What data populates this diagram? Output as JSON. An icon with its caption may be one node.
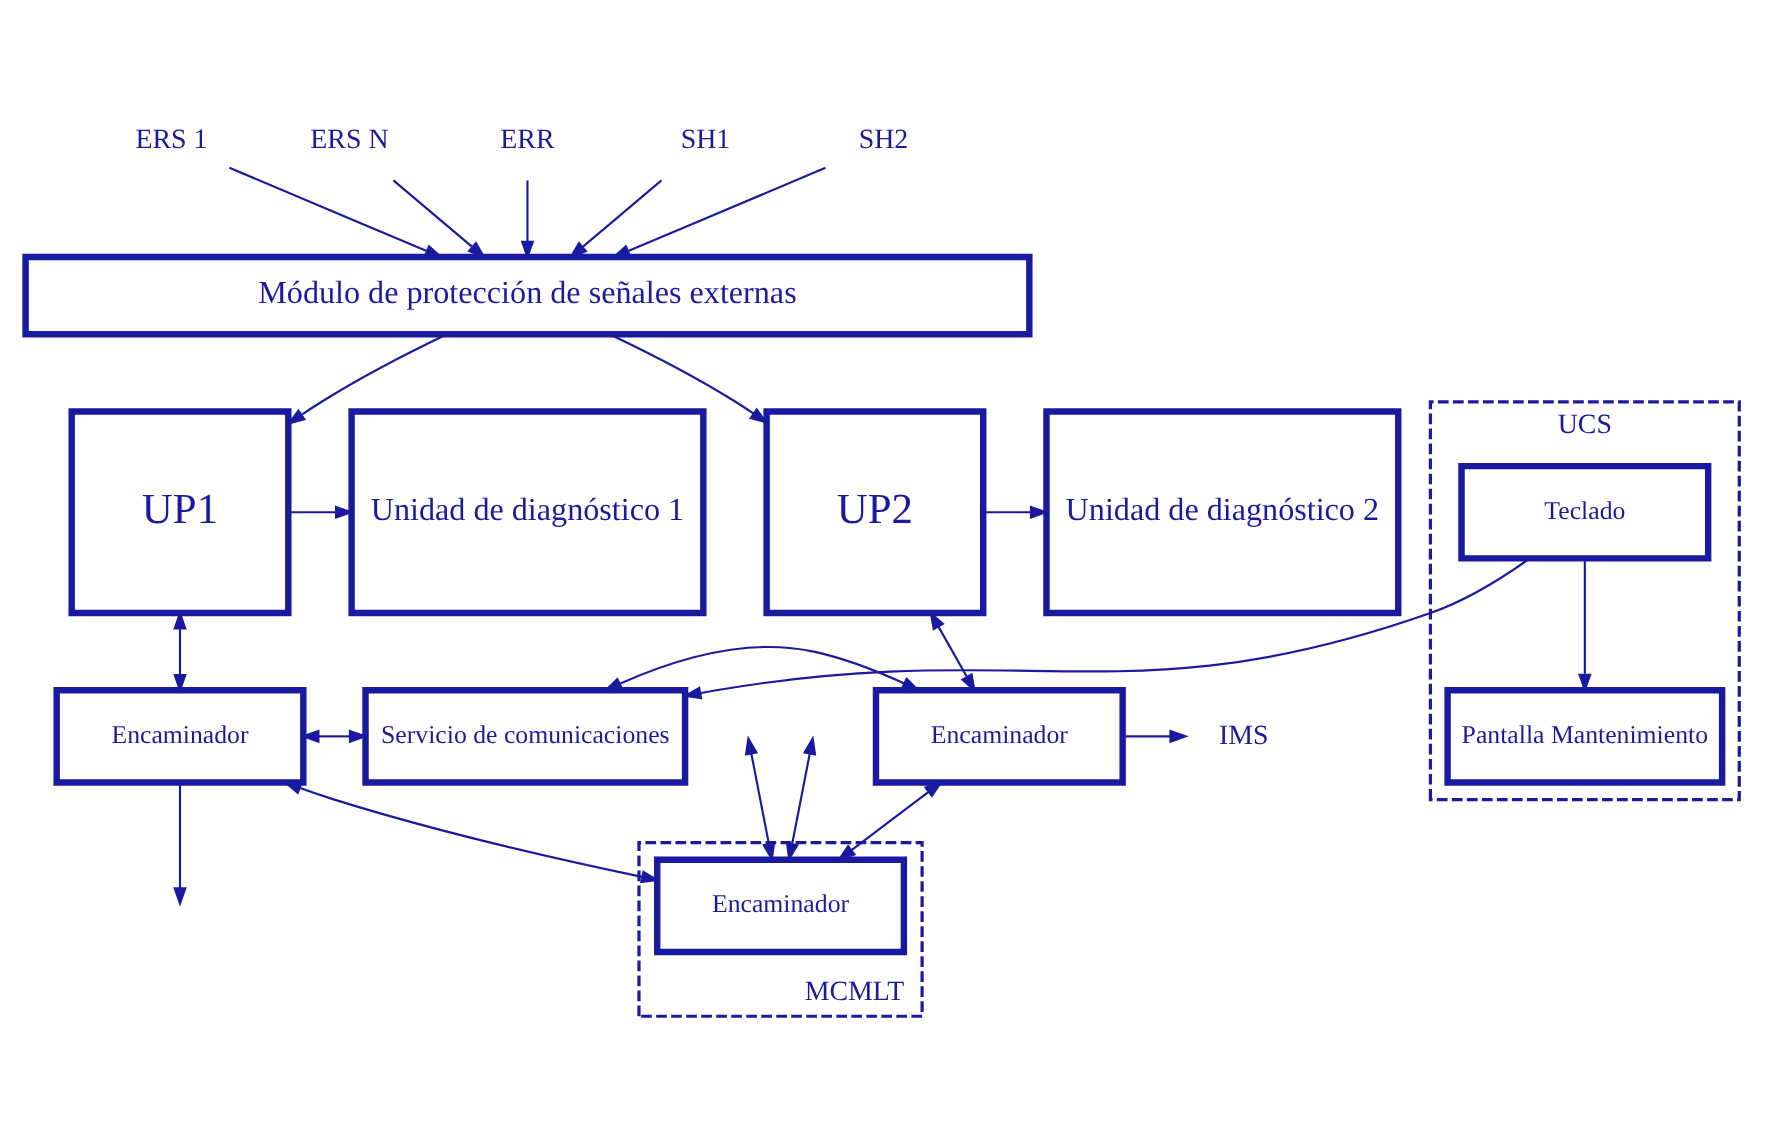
{
  "diagram": {
    "nodes": [
      {
        "text": [
          "ERS 1"
        ]
      },
      {
        "text": [
          "ERS N"
        ]
      },
      {
        "text": [
          "ERR"
        ]
      },
      {
        "text": [
          "SH1"
        ]
      },
      {
        "text": [
          "SH2"
        ]
      },
      {
        "text": [
          "Módulo de protección de señales externas"
        ]
      },
      {
        "text": [
          "Unidad de diagnóstico 1"
        ]
      },
      {
        "text": [
          "UP1"
        ]
      },
      {
        "text": [
          "UCS"
        ]
      },
      {
        "text": [
          "Pantalla Mantenimiento"
        ],
        "in": 8
      },
      {
        "text": [
          "Teclado"
        ],
        "in": 8
      },
      {
        "text": [
          "UP2"
        ]
      },
      {
        "text": [
          "Unidad de diagnóstico 2"
        ]
      },
      {
        "text": [
          "Encaminador"
        ]
      },
      {
        "text": [
          "Servicio de comunicaciones"
        ]
      },
      {
        "text": [
          "Encaminador"
        ]
      },
      {
        "text": [
          "IMS"
        ]
      },
      {
        "text": [
          "MCMLT"
        ]
      },
      {
        "text": [
          "Encaminador"
        ],
        "in": 17
      }
    ],
    "edges": [
      {
        "from": 0,
        "to": 5,
        "arrow": "to"
      },
      {
        "from": 1,
        "to": 5,
        "arrow": "to"
      },
      {
        "from": 2,
        "to": 5,
        "arrow": "to"
      },
      {
        "from": 3,
        "to": 5,
        "arrow": "to"
      },
      {
        "from": 4,
        "to": 5,
        "arrow": "to"
      },
      {
        "from": 5,
        "to": 7,
        "arrow": "to"
      },
      {
        "from": 5,
        "to": 11,
        "arrow": "to"
      },
      {
        "from": 7,
        "to": 6,
        "arrow": "to"
      },
      {
        "from": 11,
        "to": 12,
        "arrow": "to"
      },
      {
        "from": 10,
        "to": 9,
        "arrow": "to"
      },
      {
        "from": 10,
        "to": 14,
        "arrow": "to"
      },
      {
        "from": 7,
        "to": 13,
        "arrow": "both"
      },
      {
        "from": 11,
        "to": 15,
        "arrow": "both"
      },
      {
        "from": 13,
        "to": null,
        "arrow": "to"
      },
      {
        "from": 13,
        "to": 14,
        "arrow": "both"
      },
      {
        "from": 14,
        "to": 15,
        "arrow": "both"
      },
      {
        "from": 15,
        "to": 16,
        "arrow": "to"
      },
      {
        "from": 13,
        "to": 18,
        "arrow": "both"
      },
      {
        "from": 15,
        "to": 18,
        "arrow": "both"
      },
      {
        "from": null,
        "to": 18,
        "arrow": "both"
      },
      {
        "from": null,
        "to": 18,
        "arrow": "both"
      }
    ]
  }
}
